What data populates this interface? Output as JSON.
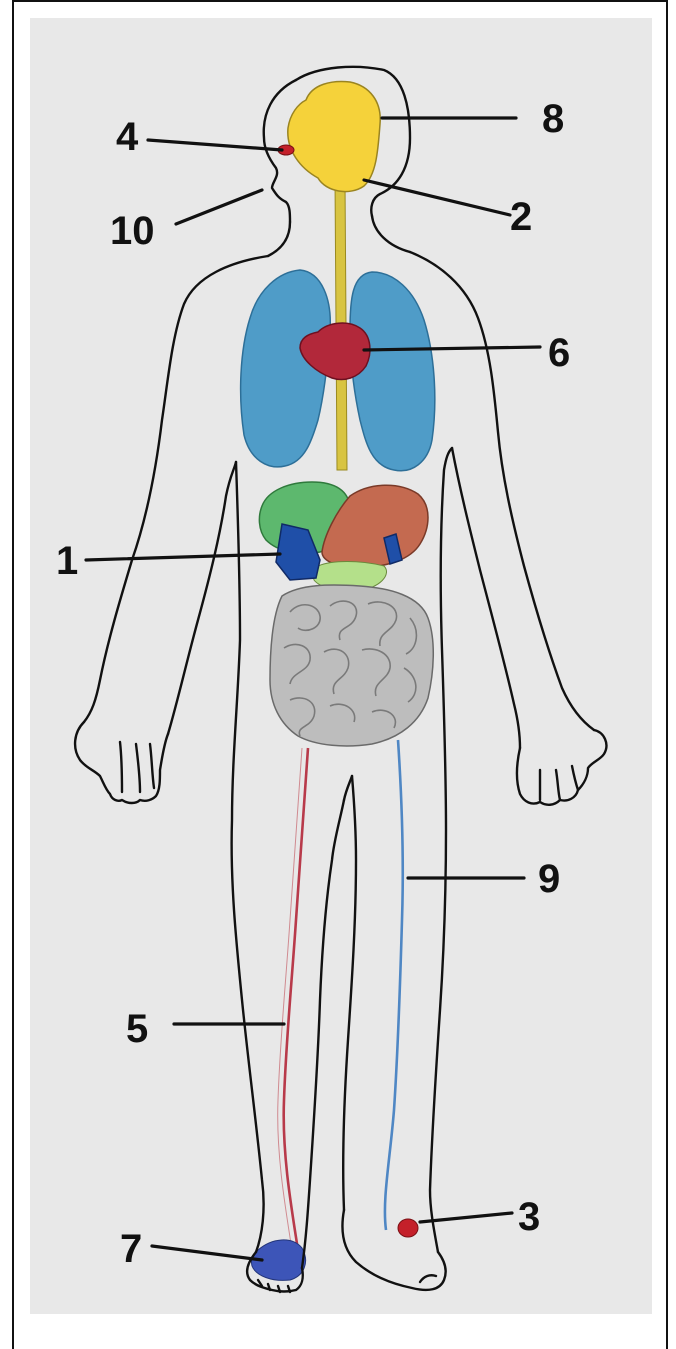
{
  "figure": {
    "labels": [
      "1",
      "2",
      "3",
      "4",
      "5",
      "6",
      "7",
      "8",
      "9",
      "10"
    ]
  },
  "colors": {
    "background": "#e8e8e8",
    "outline": "#111111",
    "brain": "#f5d23a",
    "spinal_cord": "#d8c441",
    "lungs": "#4f9cc8",
    "heart": "#b2283a",
    "stomach": "#5db86e",
    "liver": "#c46a50",
    "pancreas": "#1f4fa8",
    "gallbladder": "#b4e08a",
    "intestines": "#bdbdbd",
    "artery": "#b83a4a",
    "vein": "#4f87c4",
    "cold_foot": "#3d55b8",
    "warm_spot": "#c4202a"
  }
}
